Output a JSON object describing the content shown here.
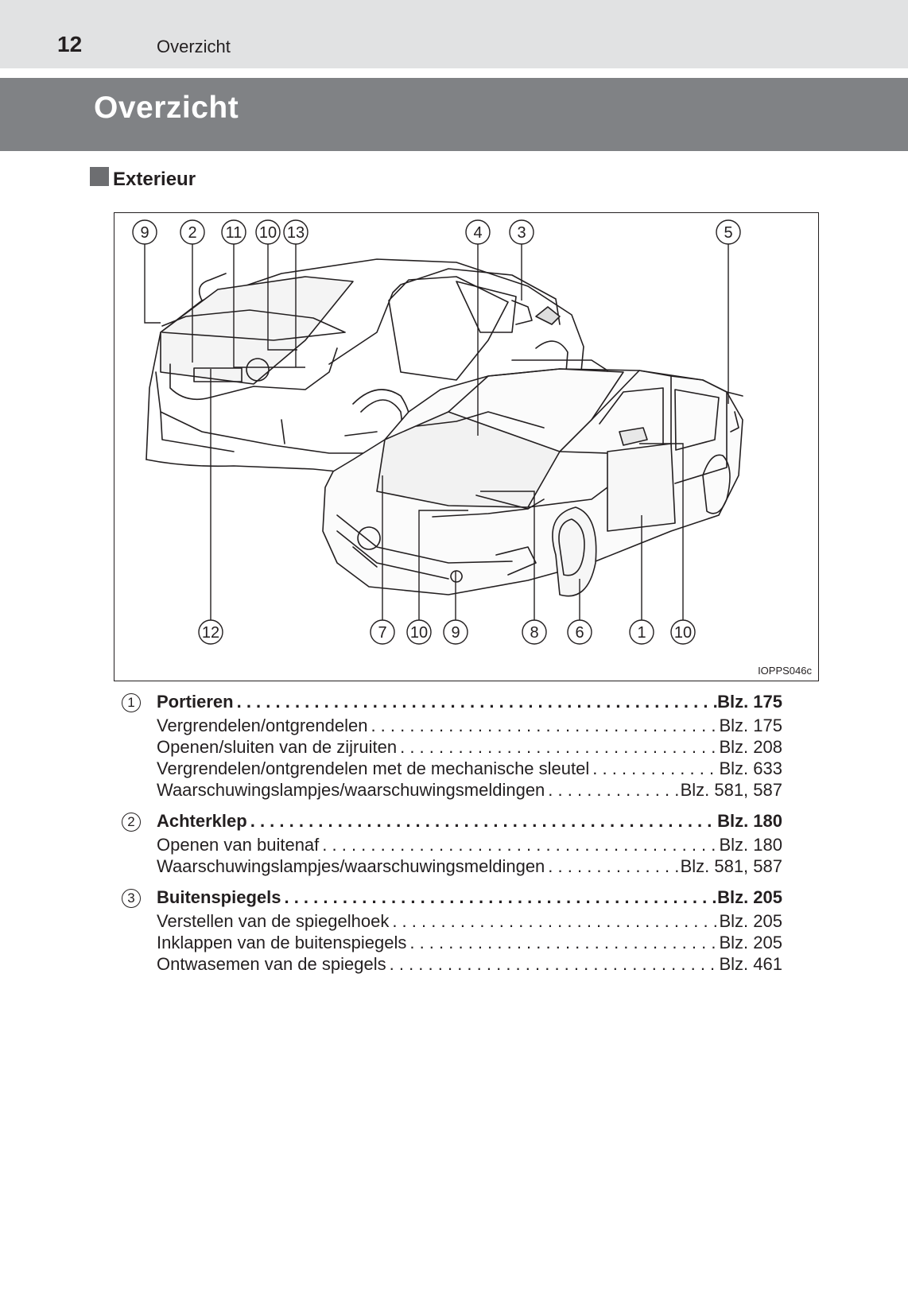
{
  "header": {
    "page_number": "12",
    "running_title": "Overzicht"
  },
  "title": "Overzicht",
  "section": {
    "title": "Exterieur"
  },
  "figure": {
    "code": "IOPPS046c",
    "callouts_top": [
      "9",
      "2",
      "11",
      "10",
      "13",
      "4",
      "3",
      "5"
    ],
    "callouts_bottom": [
      "12",
      "7",
      "10",
      "9",
      "8",
      "6",
      "1",
      "10"
    ]
  },
  "entries": [
    {
      "number": "1",
      "title": "Portieren",
      "page": "Blz. 175",
      "subs": [
        {
          "text": "Vergrendelen/ontgrendelen",
          "page": "Blz. 175"
        },
        {
          "text": "Openen/sluiten van de zijruiten",
          "page": "Blz. 208"
        },
        {
          "text": "Vergrendelen/ontgrendelen met de mechanische sleutel",
          "page": "Blz. 633"
        },
        {
          "text": "Waarschuwingslampjes/waarschuwingsmeldingen",
          "page": "Blz. 581, 587"
        }
      ]
    },
    {
      "number": "2",
      "title": "Achterklep",
      "page": "Blz. 180",
      "subs": [
        {
          "text": "Openen van buitenaf",
          "page": "Blz. 180"
        },
        {
          "text": "Waarschuwingslampjes/waarschuwingsmeldingen",
          "page": "Blz. 581, 587"
        }
      ]
    },
    {
      "number": "3",
      "title": "Buitenspiegels",
      "page": "Blz. 205",
      "subs": [
        {
          "text": "Verstellen van de spiegelhoek",
          "page": "Blz. 205"
        },
        {
          "text": "Inklappen van de buitenspiegels",
          "page": "Blz. 205"
        },
        {
          "text": "Ontwasemen van de spiegels",
          "page": "Blz. 461"
        }
      ]
    }
  ]
}
